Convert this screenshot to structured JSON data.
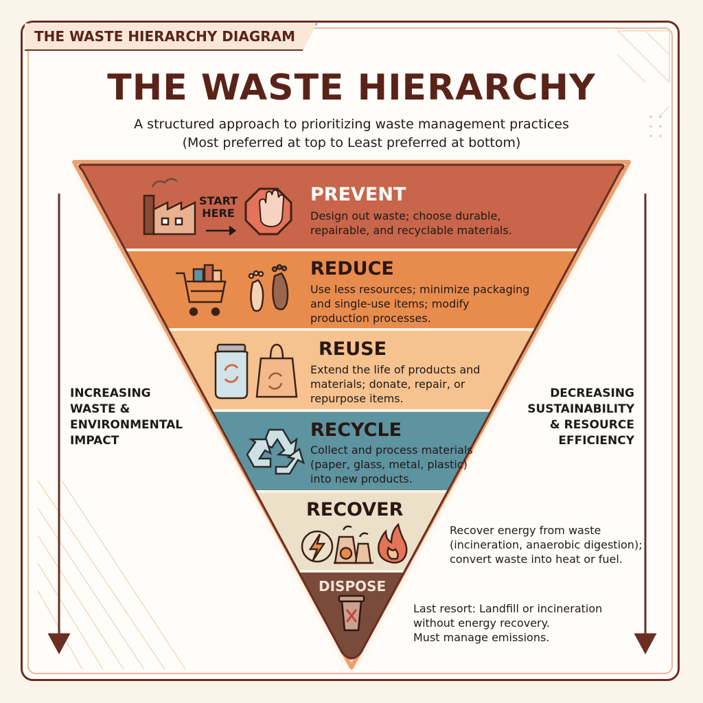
{
  "header": {
    "tab_label": "THE WASTE HIERARCHY DIAGRAM",
    "title": "THE WASTE HIERARCHY",
    "subtitle_line1": "A structured approach to prioritizing waste management practices",
    "subtitle_line2": "(Most preferred at top to Least preferred at bottom)"
  },
  "left_side": {
    "lines": [
      "INCREASING",
      "WASTE &",
      "ENVIRONMENTAL",
      "IMPACT"
    ]
  },
  "right_side": {
    "lines": [
      "DECREASING",
      "SUSTAINABILITY",
      "& RESOURCE",
      "EFFICIENCY"
    ]
  },
  "start_marker": {
    "line1": "START",
    "line2": "HERE"
  },
  "tiers": [
    {
      "title": "PREVENT",
      "desc": [
        "Design out waste; choose durable,",
        "repairable, and recyclable materials."
      ],
      "color": "#c8654a",
      "icons": [
        "factory-icon",
        "stop-hand-icon"
      ]
    },
    {
      "title": "REDUCE",
      "desc": [
        "Use less resources; minimize packaging",
        "and single-use items; modify",
        "production processes."
      ],
      "color": "#e88c4e",
      "icons": [
        "shopping-cart-icon",
        "footprints-icon"
      ]
    },
    {
      "title": "REUSE",
      "desc": [
        "Extend the life of products and",
        "materials; donate, repair, or",
        "repurpose items."
      ],
      "color": "#f5c290",
      "icons": [
        "jar-icon",
        "tote-bag-icon"
      ]
    },
    {
      "title": "RECYCLE",
      "desc": [
        "Collect and process materials",
        "(paper, glass, metal, plastic)",
        "into new products."
      ],
      "color": "#5e93a0",
      "icons": [
        "recycle-icon"
      ]
    },
    {
      "title": "RECOVER",
      "desc": [
        "Recover energy from waste",
        "(incineration, anaerobic digestion);",
        "convert waste into heat or fuel."
      ],
      "color": "#ede0c9",
      "icons": [
        "lightning-icon",
        "power-plant-icon",
        "flame-icon"
      ]
    },
    {
      "title": "DISPOSE",
      "desc": [
        "Last resort: Landfill or incineration",
        "without energy recovery.",
        "Must manage emissions."
      ],
      "color": "#7a4a3a",
      "icons": [
        "trash-bin-icon"
      ]
    }
  ],
  "colors": {
    "frame": "#6a2e22",
    "title": "#5a231a",
    "glow": "#f3b585",
    "arrow": "#6a2e22"
  }
}
